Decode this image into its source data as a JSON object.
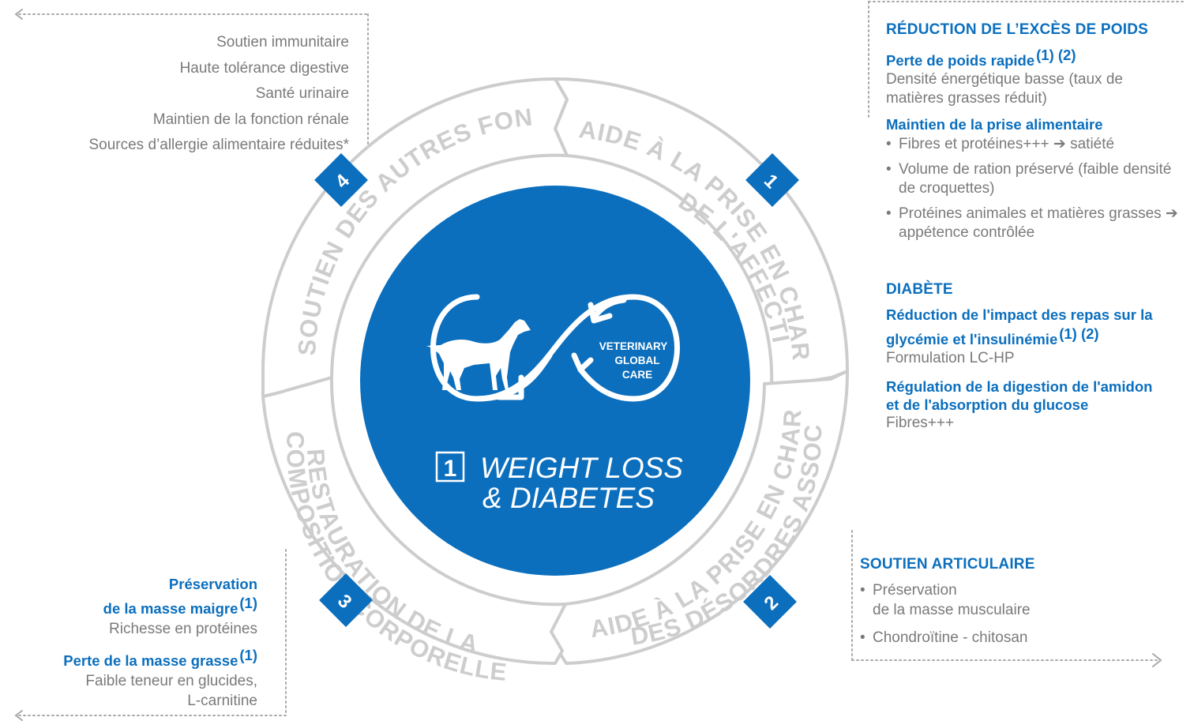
{
  "colors": {
    "blue": "#0b6fbe",
    "ring_grey": "#cdcdcd",
    "text_grey": "#7a7a7a"
  },
  "center": {
    "badge_number": "1",
    "title_line1": "WEIGHT LOSS",
    "title_line2": "& DIABETES",
    "logo_line1": "VETERINARY",
    "logo_line2": "GLOBAL",
    "logo_line3": "CARE",
    "logo_icons": [
      "dog-icon",
      "infinity-arrows-icon"
    ]
  },
  "segments": [
    {
      "number": "1",
      "title_line1": "AIDE À LA PRISE EN CHARGE",
      "title_line2": "DE L'AFFECTION"
    },
    {
      "number": "2",
      "title_line1": "AIDE À LA PRISE EN CHARGE",
      "title_line2": "DES DÉSORDRES ASSOCIÉS"
    },
    {
      "number": "3",
      "title_line1": "RESTAURATION DE LA",
      "title_line2": "COMPOSITION CORPORELLE"
    },
    {
      "number": "4",
      "title_line1": "SOUTIEN DES AUTRES FONCTIONS",
      "title_line2": ""
    }
  ],
  "panel4": {
    "items": [
      "Soutien immunitaire",
      "Haute tolérance digestive",
      "Santé urinaire",
      "Maintien de la fonction rénale",
      "Sources d’allergie alimentaire réduites*"
    ]
  },
  "panel1": {
    "heading": "RÉDUCTION DE L’EXCÈS DE POIDS",
    "sub1": "Perte de poids rapide",
    "sub1_sup": "(1) (2)",
    "sub1_text": "Densité énergétique basse (taux de matières grasses réduit)",
    "sub2": "Maintien de la prise alimentaire",
    "sub2_bullets": [
      "Fibres et protéines+++ ➔ satiété",
      "Volume de ration préservé (faible densité de croquettes)",
      "Protéines animales et matières grasses ➔ appétence contrôlée"
    ],
    "heading2": "DIABÈTE",
    "sub3": "Réduction de l'impact des repas sur la glycémie et l'insulinémie",
    "sub3_sup": "(1) (2)",
    "sub3_text": "Formulation LC-HP",
    "sub4": "Régulation de la digestion de l'amidon et de l'absorption du glucose",
    "sub4_text": "Fibres+++"
  },
  "panel3": {
    "sub1_line1": "Préservation",
    "sub1_line2": "de la masse maigre",
    "sub1_sup": "(1)",
    "sub1_text": "Richesse en protéines",
    "sub2": "Perte de la masse grasse",
    "sub2_sup": "(1)",
    "sub2_text_line1": "Faible teneur en glucides,",
    "sub2_text_line2": "L-carnitine"
  },
  "panel2": {
    "heading": "SOUTIEN ARTICULAIRE",
    "bullet1_line1": "Préservation",
    "bullet1_line2": "de la masse musculaire",
    "bullet2": "Chondroïtine - chitosan"
  }
}
